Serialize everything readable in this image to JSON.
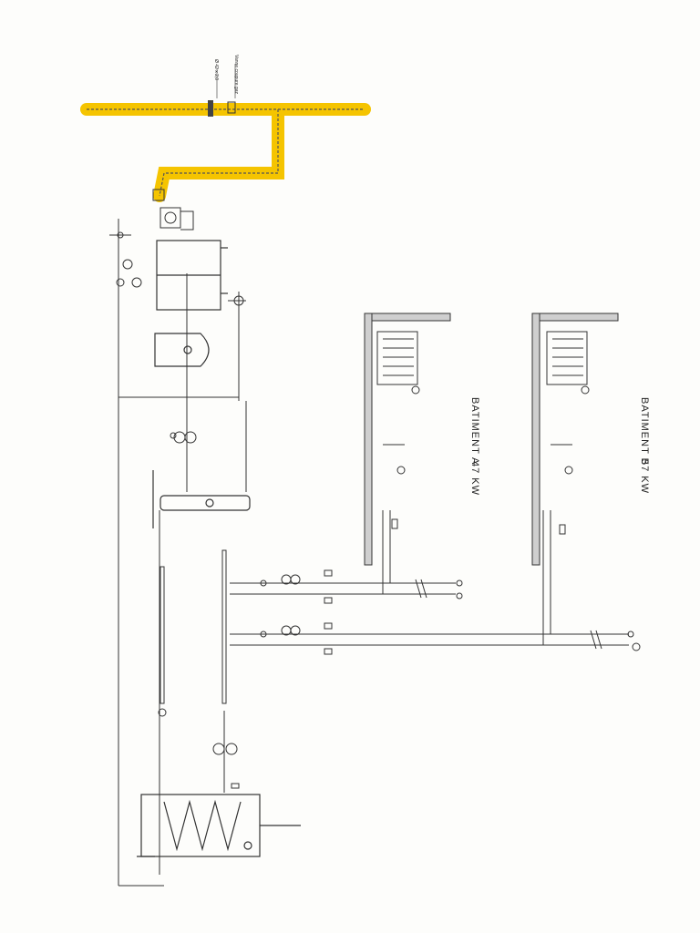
{
  "gas_valve_label": "Vanne coupure gaz",
  "gas_pipe_label": "Ø 42 x 2,0",
  "building_a": {
    "name": "BATIMENT A",
    "power": "47 KW"
  },
  "building_b": {
    "name": "BATIMENT B",
    "power": "57 KW"
  },
  "colors": {
    "gas_highlight": "#f5c400",
    "line": "#333333"
  }
}
